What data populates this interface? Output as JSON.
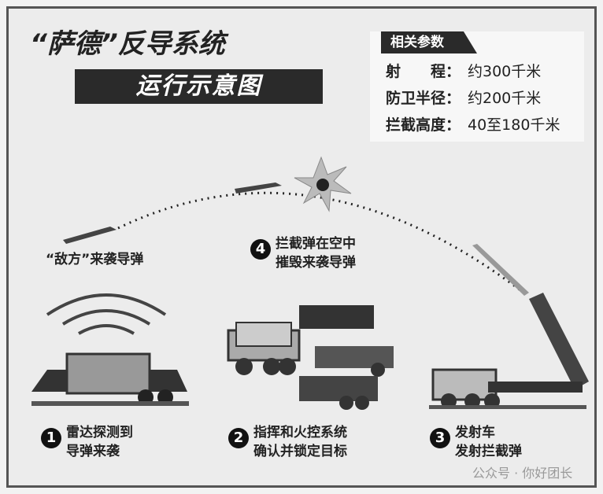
{
  "title": "“萨德”反导系统",
  "subtitle": "运行示意图",
  "params": {
    "heading": "相关参数",
    "rows": [
      {
        "label": "射　　程：",
        "value": "约300千米"
      },
      {
        "label": "防卫半径：",
        "value": "约200千米"
      },
      {
        "label": "拦截高度：",
        "value": "40至180千米"
      }
    ]
  },
  "incoming_label": "“敌方”来袭导弹",
  "step4": {
    "num": "4",
    "line1": "拦截弹在空中",
    "line2": "摧毁来袭导弹"
  },
  "steps": [
    {
      "num": "1",
      "line1": "雷达探测到",
      "line2": "导弹来袭"
    },
    {
      "num": "2",
      "line1": "指挥和火控系统",
      "line2": "确认并锁定目标"
    },
    {
      "num": "3",
      "line1": "发射车",
      "line2": "发射拦截弹"
    }
  ],
  "watermark": "公众号 · 你好团长"
}
